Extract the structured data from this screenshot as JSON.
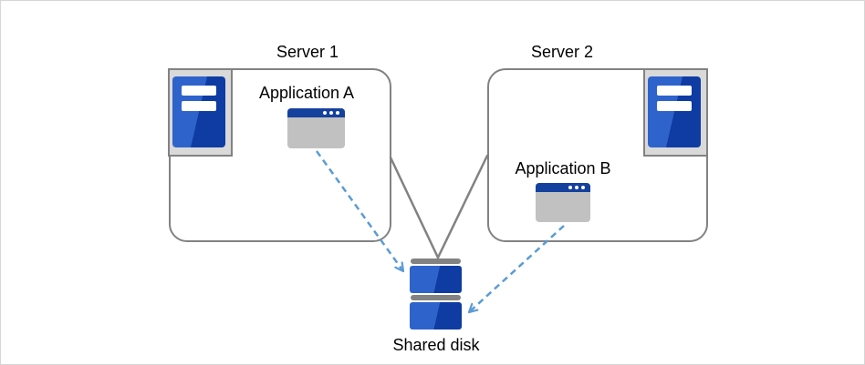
{
  "servers": [
    {
      "label": "Server 1",
      "app": {
        "label": "Application A"
      }
    },
    {
      "label": "Server 2",
      "app": {
        "label": "Application B"
      }
    }
  ],
  "disk": {
    "label": "Shared disk"
  },
  "connectors": [
    {
      "name": "server1-to-disk",
      "style": "solid",
      "color": "#828282"
    },
    {
      "name": "server2-to-disk",
      "style": "solid",
      "color": "#828282"
    },
    {
      "name": "app-a-to-disk",
      "style": "dashed-arrow",
      "color": "#5b9bd5"
    },
    {
      "name": "app-b-to-disk",
      "style": "dashed-arrow",
      "color": "#5b9bd5"
    }
  ],
  "colors": {
    "canvas_frame": "#d6d6d6",
    "box_border": "#828282",
    "icon_frame_bg": "#d9d9d9",
    "blue_light": "#2e63cb",
    "blue_dark": "#0e3ca3",
    "window_titlebar": "#15419e",
    "window_body": "#c1c1c1",
    "arrow_blue": "#5b9bd5",
    "disk_cap": "#828282"
  }
}
